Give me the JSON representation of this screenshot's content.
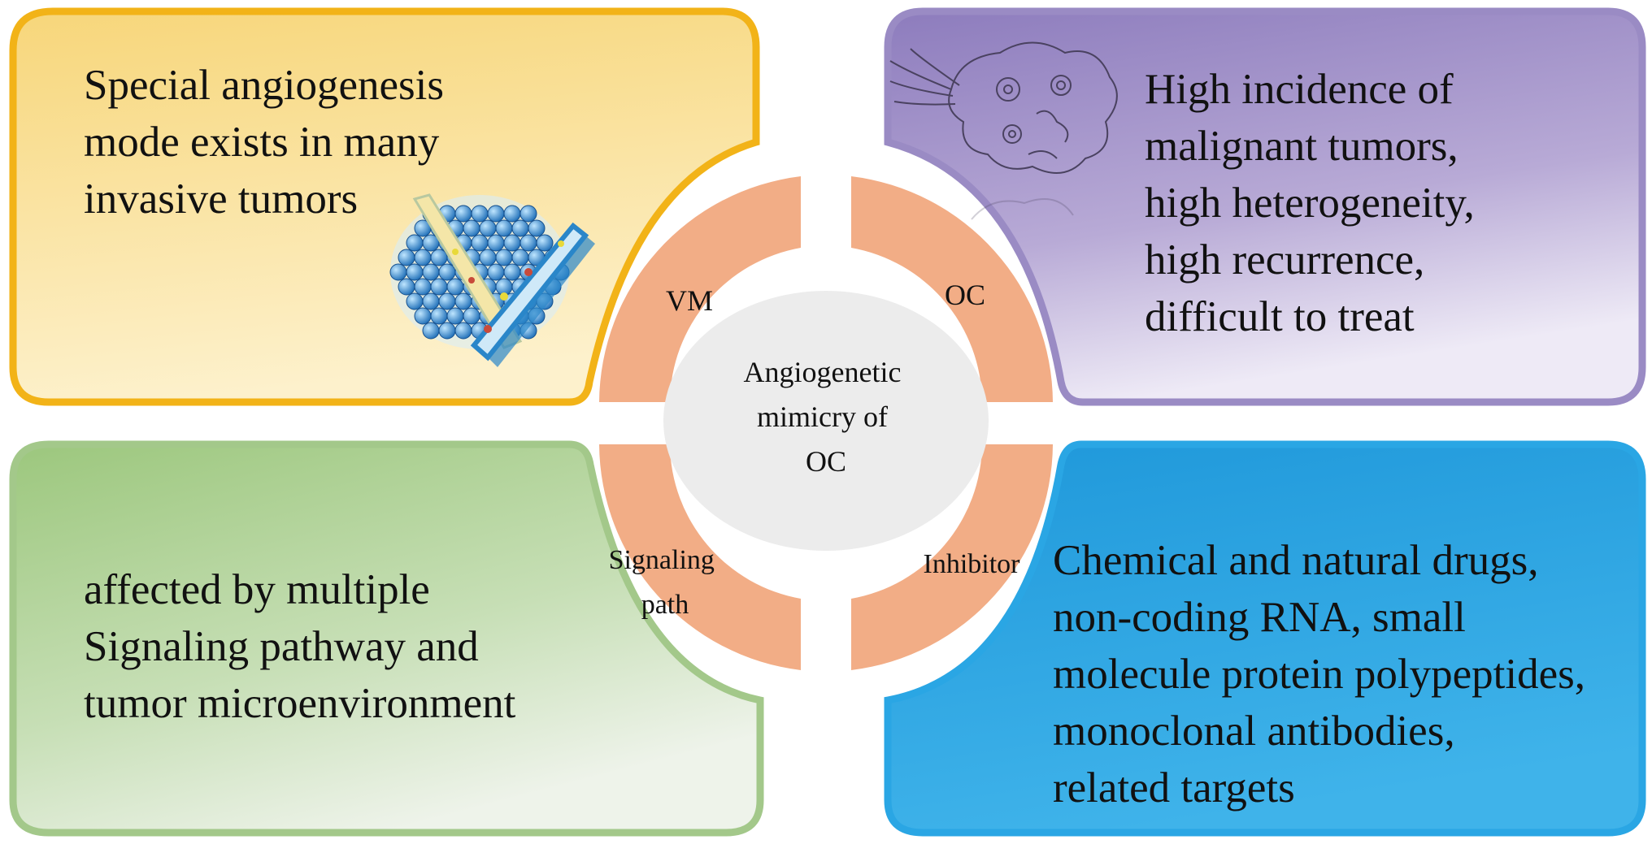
{
  "quadrants": {
    "top_left": {
      "lines": [
        "Special angiogenesis",
        "mode exists in many",
        "invasive tumors"
      ],
      "illustration": "tumor-vessel-icon"
    },
    "top_right": {
      "lines": [
        "High incidence of",
        "malignant tumors,",
        "high heterogeneity,",
        "high recurrence,",
        "difficult to treat"
      ],
      "illustration": "tumor-cells-sketch-icon"
    },
    "bottom_left": {
      "lines": [
        "affected by multiple",
        "Signaling pathway and",
        "tumor microenvironment"
      ]
    },
    "bottom_right": {
      "lines": [
        "Chemical and natural drugs,",
        "non-coding RNA, small",
        "molecule protein polypeptides,",
        "monoclonal antibodies,",
        "related targets"
      ]
    }
  },
  "ring_labels": {
    "top_left": "VM",
    "top_right": "OC",
    "bottom_left": [
      "Signaling",
      "path"
    ],
    "bottom_right": "Inhibitor"
  },
  "center": {
    "lines": [
      "Angiogenetic",
      "mimicry of",
      "OC"
    ]
  },
  "colors": {
    "yellow_border": "#f2b318",
    "purple_border": "#9a8bc4",
    "green_border": "#a3c88a",
    "blue_border": "#2aa6e4",
    "ring": "#f2ad86",
    "center": "#ececec"
  }
}
